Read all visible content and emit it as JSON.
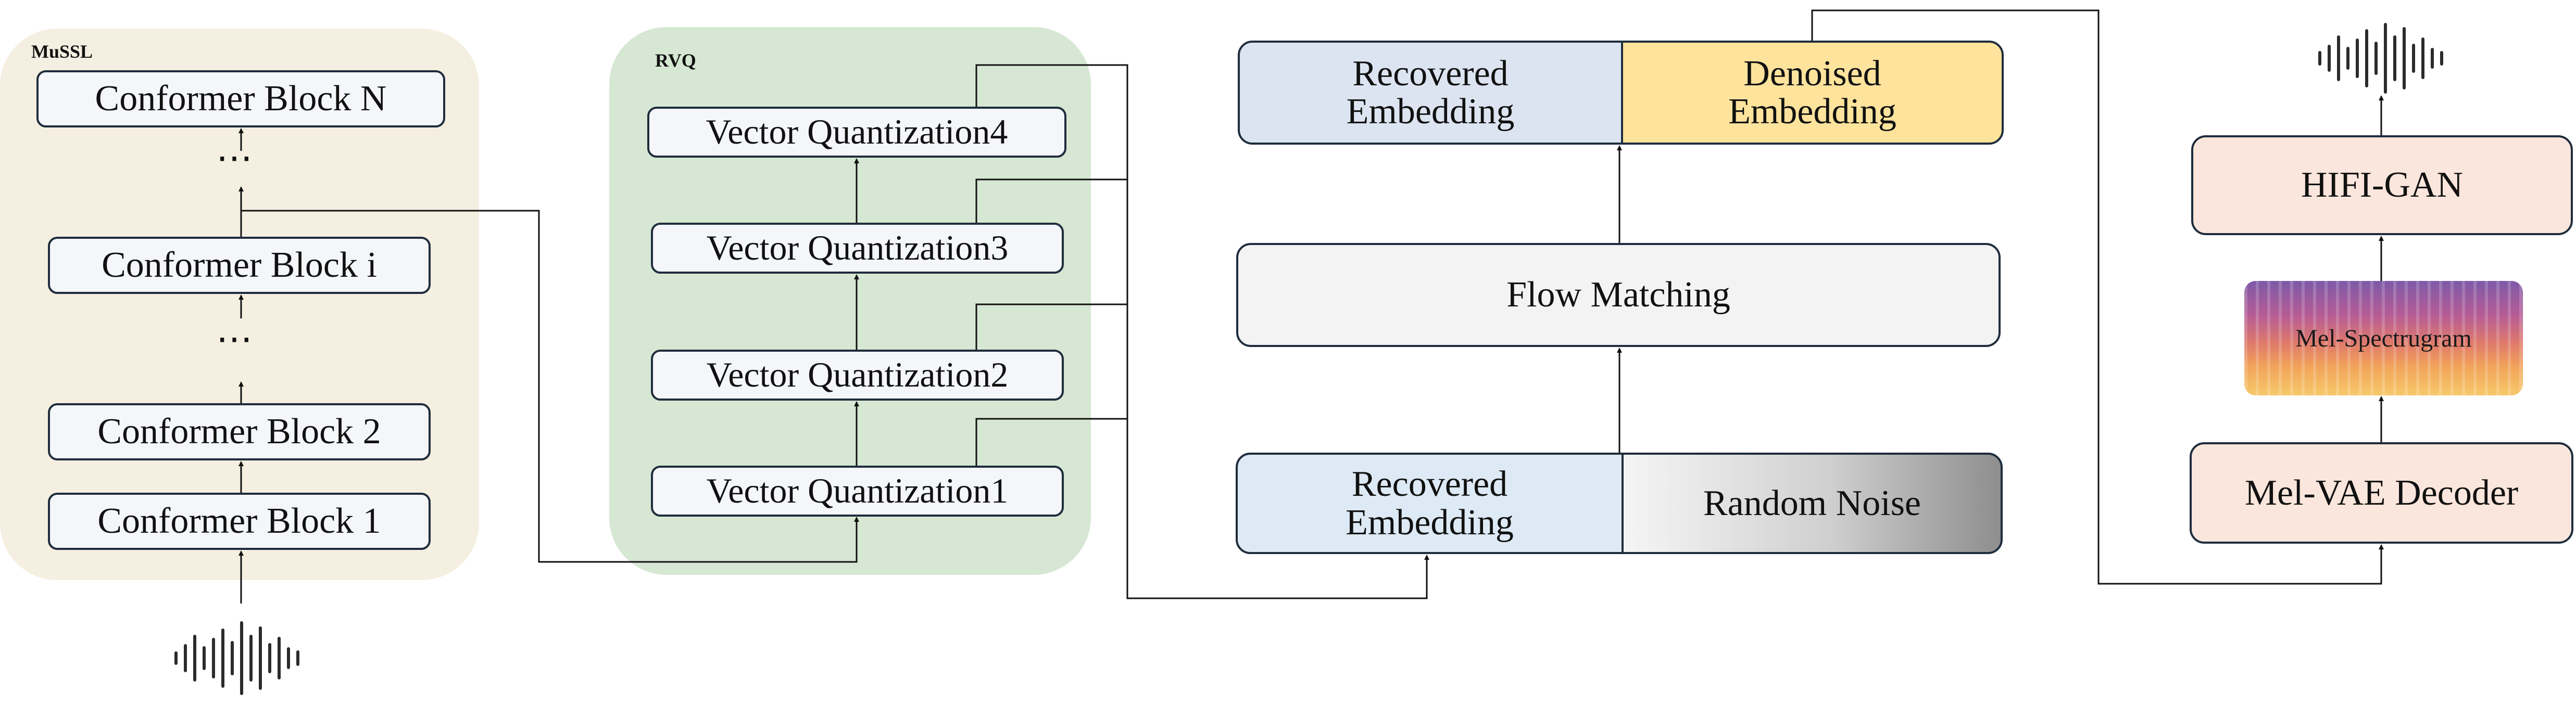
{
  "mussl": {
    "title": "MuSSL",
    "blocks": [
      "Conformer Block N",
      "Conformer Block i",
      "Conformer Block 2",
      "Conformer Block 1"
    ],
    "ellipsis": "⋯"
  },
  "rvq": {
    "title": "RVQ",
    "blocks": [
      "Vector Quantization4",
      "Vector Quantization3",
      "Vector Quantization2",
      "Vector Quantization1"
    ]
  },
  "flow": {
    "recovered_top": "Recovered Embedding",
    "denoised_top": "Denoised Embedding",
    "flow_matching": "Flow Matching",
    "recovered_bottom": "Recovered Embedding",
    "random_noise": "Random Noise"
  },
  "vocoder": {
    "hifigan": "HIFI-GAN",
    "mel_spectrogram": "Mel-Spectrugram",
    "mel_vae_decoder": "Mel-VAE Decoder"
  },
  "colors": {
    "mussl_bg": "#f5efe1",
    "rvq_bg": "#d6e8d3",
    "block_bg": "#f4f6fa",
    "recovered_bg": "#dce4f1",
    "denoised_bg": "#fde39c",
    "flow_bg": "#f3f3f3",
    "recovered_bottom_bg": "#dde9f4",
    "hifigan_bg": "#fae6dc"
  },
  "icons": [
    "waveform-icon-input",
    "waveform-icon-output"
  ]
}
